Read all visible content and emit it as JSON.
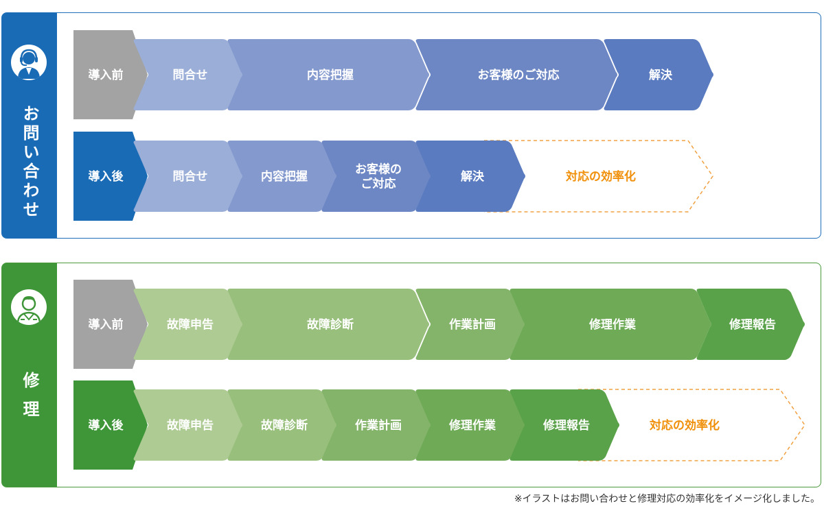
{
  "inquiry": {
    "title": "お問い合わせ",
    "before": {
      "label": "導入前",
      "steps": [
        "問合せ",
        "内容把握",
        "お客様のご対応",
        "解決"
      ]
    },
    "after": {
      "label": "導入後",
      "steps": [
        "問合せ",
        "内容把握",
        "お客様の|ご対応",
        "解決"
      ],
      "efficiency": "対応の効率化"
    }
  },
  "repair": {
    "title": "修理",
    "before": {
      "label": "導入前",
      "steps": [
        "故障申告",
        "故障診断",
        "作業計画",
        "修理作業",
        "修理報告"
      ]
    },
    "after": {
      "label": "導入後",
      "steps": [
        "故障申告",
        "故障診断",
        "作業計画",
        "修理作業",
        "修理報告"
      ],
      "efficiency": "対応の効率化"
    }
  },
  "footnote": "※イラストはお問い合わせと修理対応の効率化をイメージ化しました。",
  "colors": {
    "before_badge": "#a3a3a3",
    "inquiry_accent": "#1a6bb5",
    "repair_accent": "#3e9639",
    "inquiry_steps": [
      "#9aaed8",
      "#8499ce",
      "#6c87c4",
      "#5a7bbf"
    ],
    "repair_steps": [
      "#aecb94",
      "#98c07c",
      "#84b46a",
      "#6faa57",
      "#5aa249"
    ],
    "efficiency_text": "#f0900a",
    "efficiency_border": "#f0a040"
  },
  "icons": {
    "inquiry_avatar": "headset-operator-icon",
    "repair_avatar": "technician-icon"
  }
}
